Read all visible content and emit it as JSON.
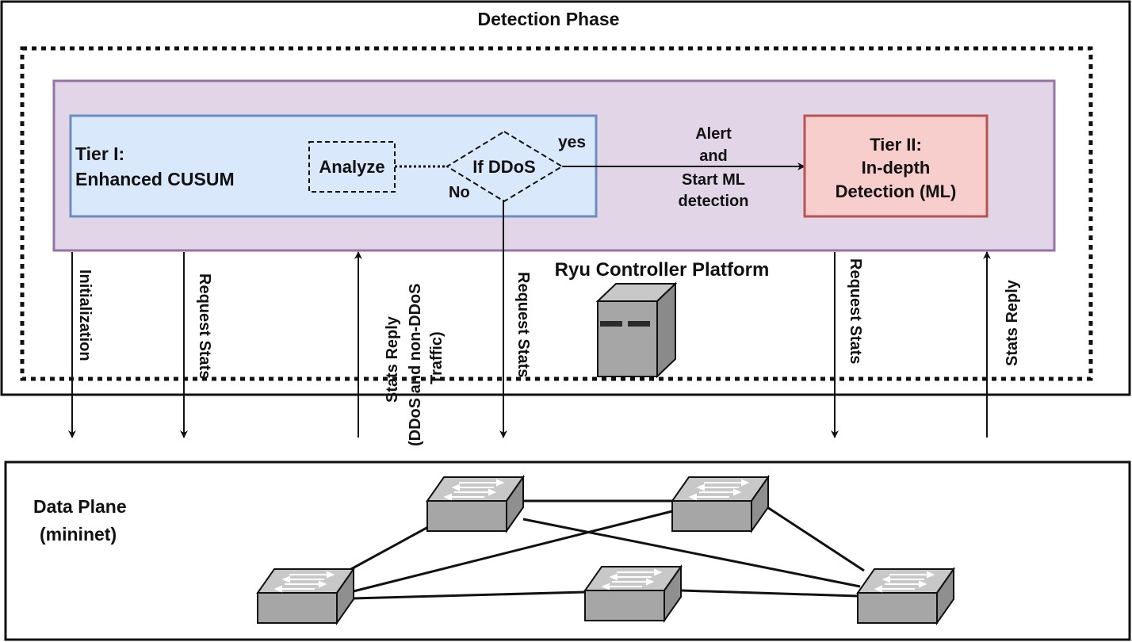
{
  "detection_phase": {
    "title": "Detection Phase",
    "controller_label": "Ryu Controller Platform",
    "tier1": {
      "line1": "Tier I:",
      "line2": "Enhanced CUSUM"
    },
    "analyze": "Analyze",
    "decision": "If DDoS",
    "yes": "yes",
    "no": "No",
    "alert": {
      "line1": "Alert",
      "line2": "and",
      "line3": "Start ML",
      "line4": "detection"
    },
    "tier2": {
      "line1": "Tier II:",
      "line2": "In-depth",
      "line3": "Detection (ML)"
    }
  },
  "arrows": {
    "initialization": "Initialization",
    "request_stats_1": "Request Stats",
    "stats_reply_1_line1": "Stats Reply",
    "stats_reply_1_line2": "(DDoS and non-DDoS",
    "stats_reply_1_line3": "Traffic)",
    "request_stats_2": "Request Stats",
    "request_stats_3": "Request Stats",
    "stats_reply_2": "Stats Reply"
  },
  "data_plane": {
    "line1": "Data Plane",
    "line2": "(mininet)"
  },
  "colors": {
    "controller_fill": "#e1d5e7",
    "controller_stroke": "#9673a6",
    "tier1_fill": "#dae8fc",
    "tier1_stroke": "#6c8ebf",
    "tier2_fill": "#f8cecc",
    "tier2_stroke": "#b85450",
    "device_fill": "#a6a6a6"
  },
  "icons": {
    "server": "server-icon",
    "switch": "network-switch-icon"
  }
}
